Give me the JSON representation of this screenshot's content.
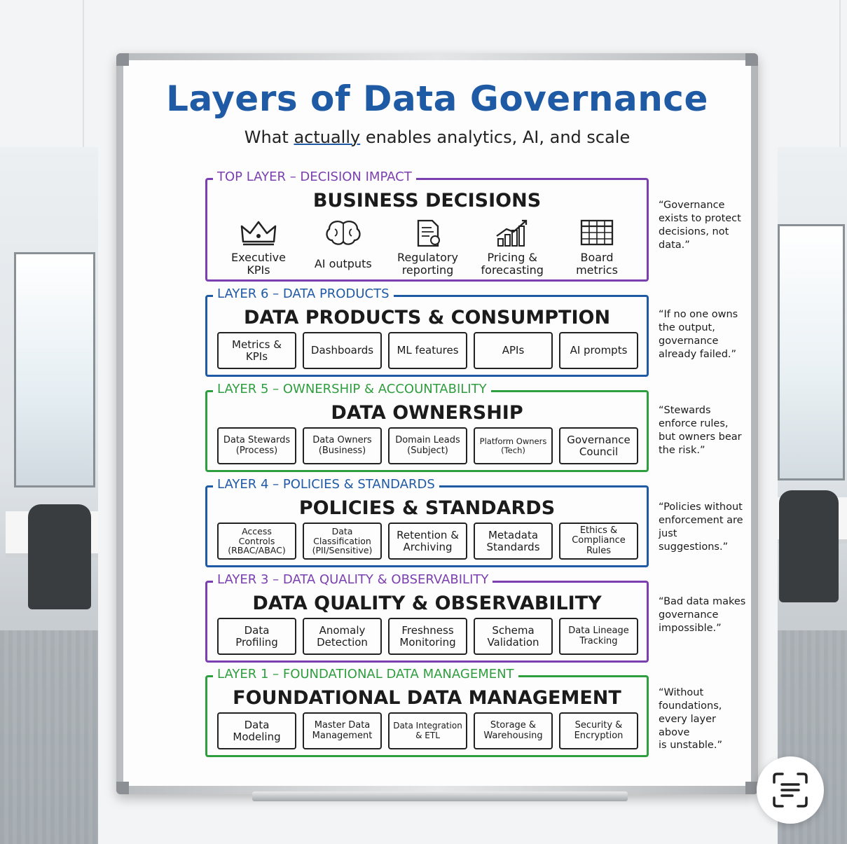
{
  "board": {
    "title": "Layers of Data Governance",
    "subtitle_pre": "What ",
    "subtitle_emph": "actually",
    "subtitle_post": " enables analytics, AI, and scale"
  },
  "colors": {
    "title": "#1f5aa5",
    "purple": "#7b3fb0",
    "blue": "#1f5aa5",
    "green": "#2f9e3e"
  },
  "top_layer": {
    "label": "TOP LAYER – DECISION IMPACT",
    "heading": "BUSINESS DECISIONS",
    "items": [
      {
        "icon": "crown-icon",
        "label": "Executive\nKPIs"
      },
      {
        "icon": "brain-icon",
        "label": "AI outputs"
      },
      {
        "icon": "document-seal-icon",
        "label": "Regulatory\nreporting"
      },
      {
        "icon": "bar-chart-trend-icon",
        "label": "Pricing &\nforecasting"
      },
      {
        "icon": "table-grid-icon",
        "label": "Board\nmetrics"
      }
    ],
    "quote": "“Governance\nexists to protect\ndecisions, not\ndata.”"
  },
  "layer6": {
    "label": "LAYER 6 – DATA PRODUCTS",
    "heading": "DATA PRODUCTS & CONSUMPTION",
    "items": [
      "Metrics &\nKPIs",
      "Dashboards",
      "ML features",
      "APIs",
      "AI prompts"
    ],
    "quote": "“If no one owns\nthe output,\ngovernance\nalready failed.”"
  },
  "layer5": {
    "label": "LAYER 5 – OWNERSHIP & ACCOUNTABILITY",
    "heading": "DATA OWNERSHIP",
    "items": [
      "Data Stewards\n(Process)",
      "Data Owners\n(Business)",
      "Domain Leads\n(Subject)",
      "Platform Owners\n(Tech)",
      "Governance\nCouncil"
    ],
    "quote": "“Stewards\nenforce rules,\nbut owners bear\nthe risk.”"
  },
  "layer4": {
    "label": "LAYER 4 – POLICIES & STANDARDS",
    "heading": "POLICIES & STANDARDS",
    "items": [
      "Access\nControls\n(RBAC/ABAC)",
      "Data\nClassification\n(PII/Sensitive)",
      "Retention &\nArchiving",
      "Metadata\nStandards",
      "Ethics &\nCompliance\nRules"
    ],
    "quote": "“Policies without\nenforcement are\njust suggestions.”"
  },
  "layer3": {
    "label": "LAYER 3 – DATA QUALITY & OBSERVABILITY",
    "heading": "DATA QUALITY & OBSERVABILITY",
    "items": [
      "Data\nProfiling",
      "Anomaly\nDetection",
      "Freshness\nMonitoring",
      "Schema\nValidation",
      "Data Lineage\nTracking"
    ],
    "quote": "“Bad data makes\ngovernance\nimpossible.”"
  },
  "layer1": {
    "label": "LAYER 1 – FOUNDATIONAL DATA MANAGEMENT",
    "heading": "FOUNDATIONAL DATA MANAGEMENT",
    "items": [
      "Data\nModeling",
      "Master Data\nManagement",
      "Data Integration\n& ETL",
      "Storage &\nWarehousing",
      "Security &\nEncryption"
    ],
    "quote": "“Without\nfoundations,\nevery layer above\nis unstable.”"
  },
  "overlay": {
    "scan_icon": "text-scan-icon"
  }
}
